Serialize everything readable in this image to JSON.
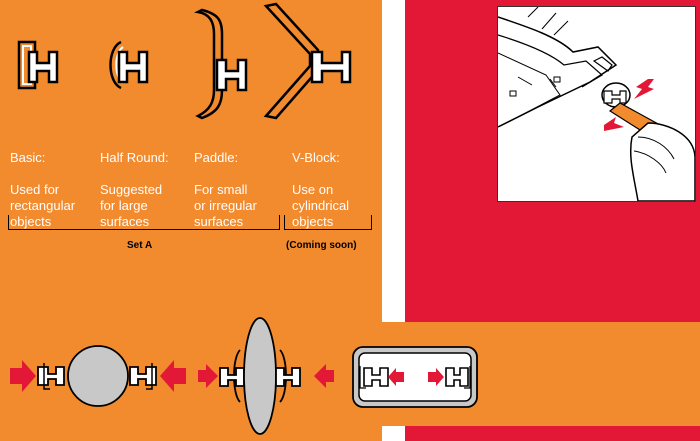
{
  "colors": {
    "orange": "#F28A2E",
    "red": "#E31837",
    "white": "#FFFFFF",
    "black": "#000000",
    "object_gray": "#C8C8C8",
    "arrow_red": "#E31837"
  },
  "clamp_types": [
    {
      "name": "Basic:",
      "desc": "Used for\nrectangular\nobjects",
      "icon": "basic-clamp-icon"
    },
    {
      "name": "Half Round:",
      "desc": "Suggested\nfor large\nsurfaces",
      "icon": "half-round-clamp-icon"
    },
    {
      "name": "Paddle:",
      "desc": "For small\nor irregular\nsurfaces",
      "icon": "paddle-clamp-icon"
    },
    {
      "name": "V-Block:",
      "desc": "Use on\ncylindrical\nobjects",
      "icon": "v-block-clamp-icon"
    }
  ],
  "groups": {
    "set_a": "Set A",
    "coming_soon": "(Coming soon)"
  },
  "usage_examples": [
    {
      "icon": "round-object-clamping-icon"
    },
    {
      "icon": "oval-object-clamping-icon"
    },
    {
      "icon": "rectangular-frame-clamping-icon"
    }
  ],
  "photo": {
    "icon": "hand-applying-clamp-icon"
  }
}
